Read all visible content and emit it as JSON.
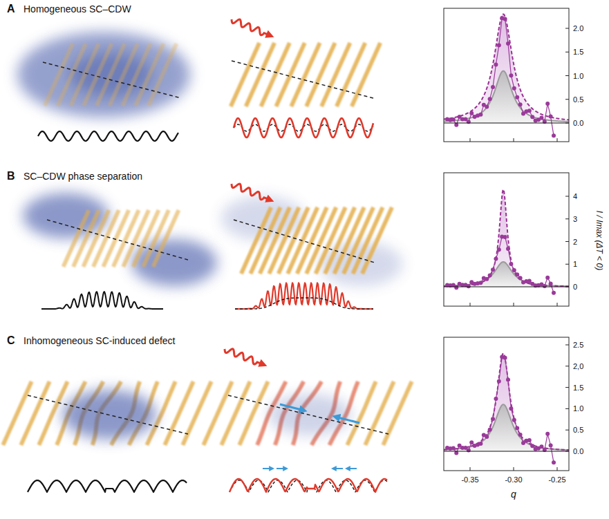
{
  "diagram": {
    "labels": [
      "A",
      "Homogeneous SC–CDW",
      "B",
      "SC–CDW phase separation",
      "C",
      "Inhomogeneous SC-induced defect",
      "2.0",
      "1.5",
      "1.0",
      "0.5",
      "0.0",
      "4",
      "3",
      "2",
      "1",
      "0",
      "2.5",
      "2,0",
      "1.5",
      "1.0",
      "0.5",
      "0.0",
      "I / Imax (ΔT < 0)",
      "-0.35",
      "-0.30",
      "-0.25",
      "q"
    ]
  }
}
